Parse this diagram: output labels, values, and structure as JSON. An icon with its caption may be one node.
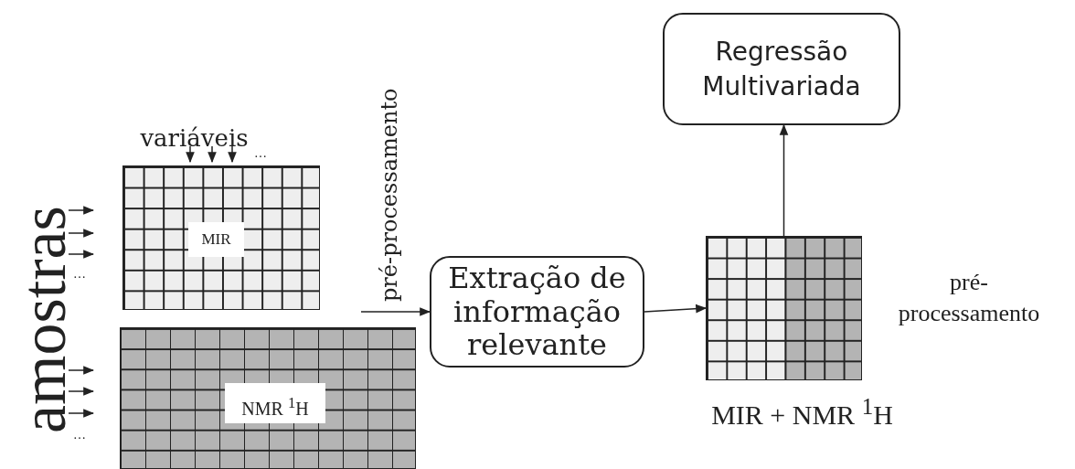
{
  "diagram": {
    "nodes": [
      {
        "text": [
          "MIR"
        ],
        "beside": [
          "variáveis"
        ]
      },
      {
        "text": [
          "NMR $^{1}$H"
        ]
      },
      {
        "text": [
          "Extração de informação relevante"
        ]
      },
      {
        "text": [],
        "shape": "box",
        "beside": [
          "pré- processamento",
          "MIR + NMR $^{1}$H"
        ]
      },
      {
        "text": [
          "Regressão Multivariada"
        ]
      }
    ],
    "edges": [
      {
        "from": null,
        "to": 2,
        "arrow": "to",
        "label": "pré-processamento"
      },
      {
        "from": 2,
        "to": 3,
        "arrow": "to"
      },
      {
        "from": 3,
        "to": 4,
        "arrow": "to"
      }
    ],
    "labels": [
      "…",
      "amostras",
      "…",
      "…"
    ]
  }
}
